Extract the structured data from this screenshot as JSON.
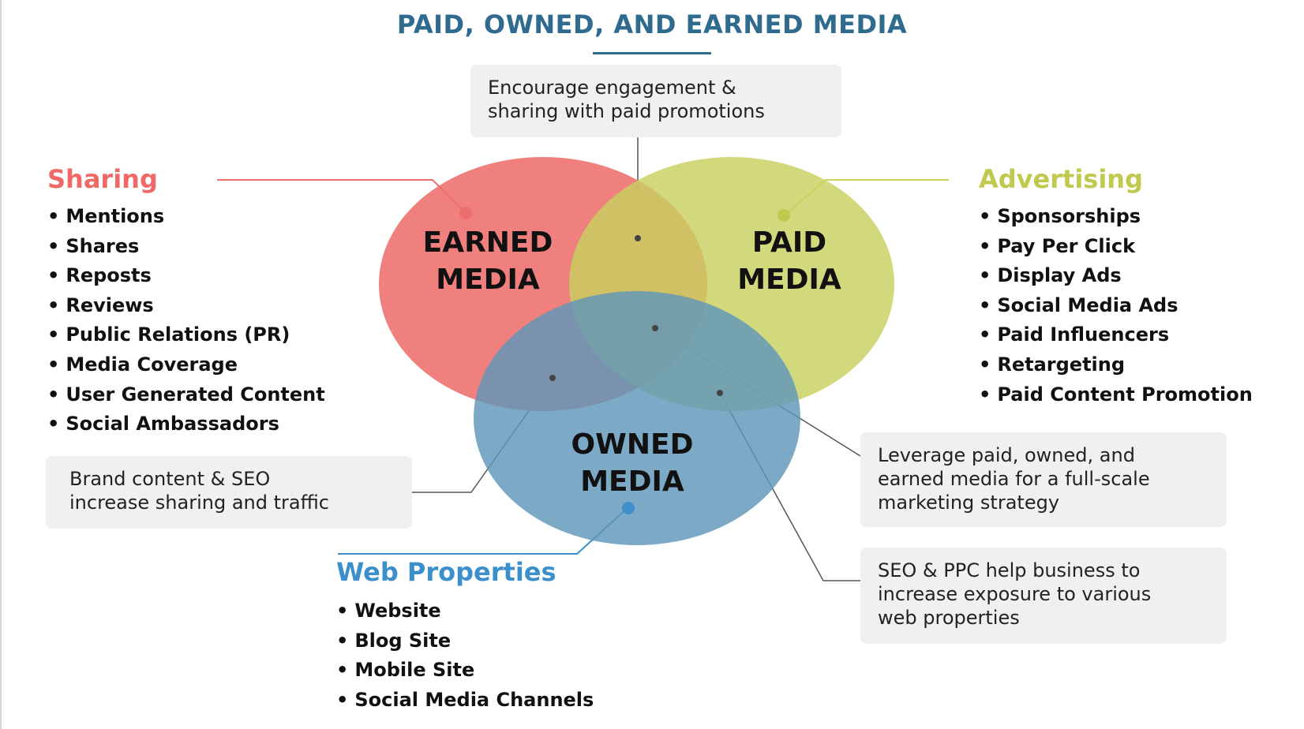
{
  "title": "PAID, OWNED, AND EARNED MEDIA",
  "colors": {
    "title": "#2f6a8f",
    "earned": "#ee6e6b",
    "paid": "#c8d05f",
    "owned": "#5f96ba",
    "sharing_heading": "#ef6a66",
    "advertising_heading": "#bfc94d",
    "web_heading": "#3a8fcc"
  },
  "circles": {
    "earned": {
      "line1": "EARNED",
      "line2": "MEDIA"
    },
    "paid": {
      "line1": "PAID",
      "line2": "MEDIA"
    },
    "owned": {
      "line1": "OWNED",
      "line2": "MEDIA"
    }
  },
  "callouts": {
    "top": {
      "line1": "Encourage engagement &",
      "line2": "sharing with paid promotions"
    },
    "left": {
      "line1": "Brand content & SEO",
      "line2": "increase sharing and traffic"
    },
    "right1": {
      "line1": "Leverage paid, owned, and",
      "line2": "earned media for a full-scale",
      "line3": "marketing strategy"
    },
    "right2": {
      "line1": "SEO & PPC help business to",
      "line2": "increase exposure to various",
      "line3": "web properties"
    }
  },
  "sharing": {
    "heading": "Sharing",
    "items": [
      "Mentions",
      "Shares",
      "Reposts",
      "Reviews",
      "Public Relations (PR)",
      "Media Coverage",
      "User Generated Content",
      "Social Ambassadors"
    ]
  },
  "advertising": {
    "heading": "Advertising",
    "items": [
      "Sponsorships",
      "Pay Per Click",
      "Display Ads",
      "Social Media Ads",
      "Paid Influencers",
      "Retargeting",
      "Paid Content Promotion"
    ]
  },
  "web_properties": {
    "heading": "Web Properties",
    "items": [
      "Website",
      "Blog Site",
      "Mobile Site",
      "Social Media Channels"
    ]
  }
}
